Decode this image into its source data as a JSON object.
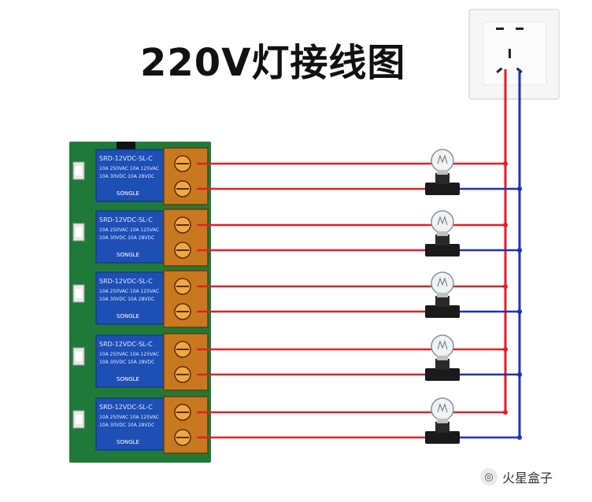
{
  "title": "220V灯接线图",
  "relay_modules": [
    {
      "model": "SRD-12VDC-SL-C",
      "brand": "SONGLE",
      "rating_ac": "10A 250VAC 10A 125VAC",
      "rating_dc": "10A 30VDC 10A 28VDC"
    },
    {
      "model": "SRD-12VDC-SL-C",
      "brand": "SONGLE",
      "rating_ac": "10A 250VAC 10A 125VAC",
      "rating_dc": "10A 30VDC 10A 28VDC"
    },
    {
      "model": "SRD-12VDC-SL-C",
      "brand": "SONGLE",
      "rating_ac": "10A 250VAC 10A 125VAC",
      "rating_dc": "10A 30VDC 10A 28VDC"
    },
    {
      "model": "SRD-12VDC-SL-C",
      "brand": "SONGLE",
      "rating_ac": "10A 250VAC 10A 125VAC",
      "rating_dc": "10A 30VDC 10A 28VDC"
    },
    {
      "model": "SRD-12VDC-SL-C",
      "brand": "SONGLE",
      "rating_ac": "10A 250VAC 10A 125VAC",
      "rating_dc": "10A 30VDC 10A 28VDC"
    }
  ],
  "lamp_count": 5,
  "watermark": "火星盒子",
  "colors": {
    "live_wire": "#e0202a",
    "neutral_wire": "#1a2fc8",
    "pcb": "#1f7a3a",
    "relay": "#1d4fb5",
    "terminal": "#c8781e",
    "socket": "#f3f3f3"
  }
}
